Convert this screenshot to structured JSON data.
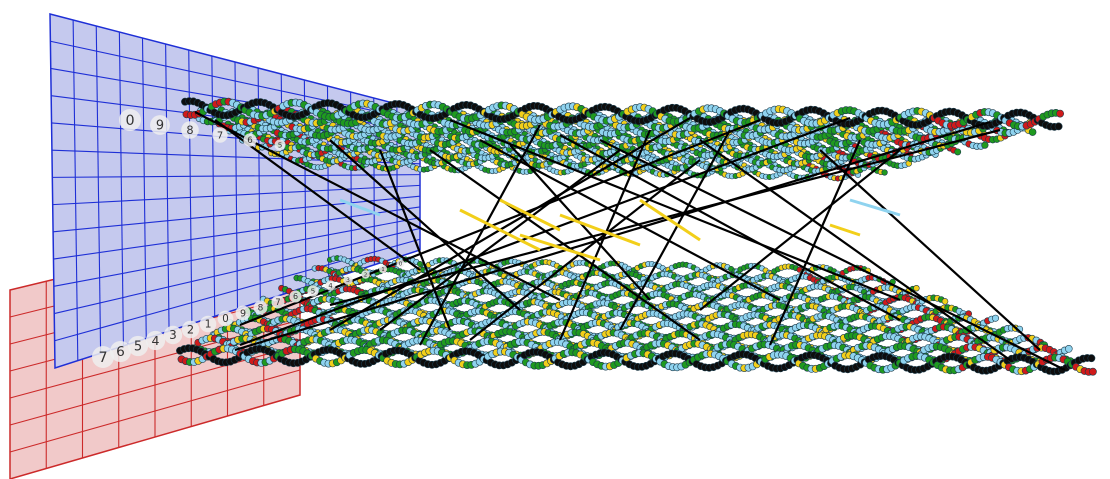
{
  "colors": {
    "background": "#ffffff",
    "blue_panel_fill": "#c5c9ee",
    "blue_grid": "#1e2fd6",
    "red_panel_fill": "#f1c9c9",
    "red_grid": "#cc2a2a",
    "backbone_black": "#0d0d0d",
    "base_light_blue": "#8fd3ef",
    "base_green": "#1f9a1f",
    "base_yellow": "#f2cf1a",
    "base_red": "#d01a1a",
    "crosslink": "#000000",
    "label_circle": "#eeeeee"
  },
  "labels": {
    "upper_row": [
      "0",
      "9",
      "8",
      "7",
      "6",
      "5"
    ],
    "lower_row": [
      "7",
      "6",
      "5",
      "4",
      "3",
      "2",
      "1",
      "0",
      "9",
      "8",
      "7",
      "6",
      "5",
      "4",
      "3",
      "2",
      "1",
      "0"
    ]
  }
}
